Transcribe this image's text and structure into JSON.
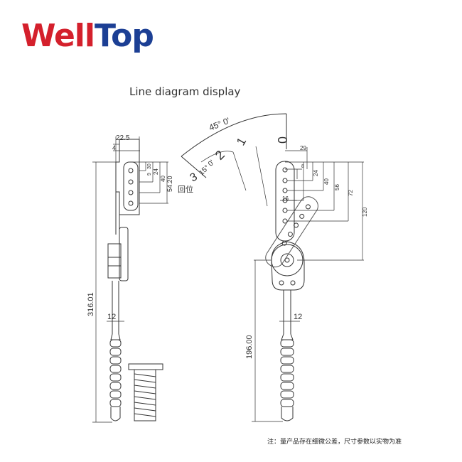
{
  "brand": {
    "part1": "Well",
    "part2": "Top"
  },
  "heading": "Line diagram display",
  "side_view": {
    "dim_top": "22.5",
    "dim_top_sub": "4",
    "dim_9": "9",
    "dim_30": "30",
    "dim_24": "24",
    "dim_40": "40",
    "dim_54": "54.20",
    "dim_height": "316.01",
    "dim_width": "12"
  },
  "front_view": {
    "angle_45": "45° 0'",
    "angle_15": "15° 0'",
    "pos_0": "0",
    "pos_1": "1",
    "pos_2": "2",
    "pos_3": "3",
    "return_label": "回位",
    "dim_29": "29",
    "dim_8": "8",
    "dim_24": "24",
    "dim_40": "40",
    "dim_56": "56",
    "dim_72": "72",
    "dim_120": "120",
    "dim_16": "16",
    "dim_12": "12",
    "dim_196": "196.00"
  },
  "footnote": "注：量产品存在细微公差，尺寸参数以实物为准"
}
